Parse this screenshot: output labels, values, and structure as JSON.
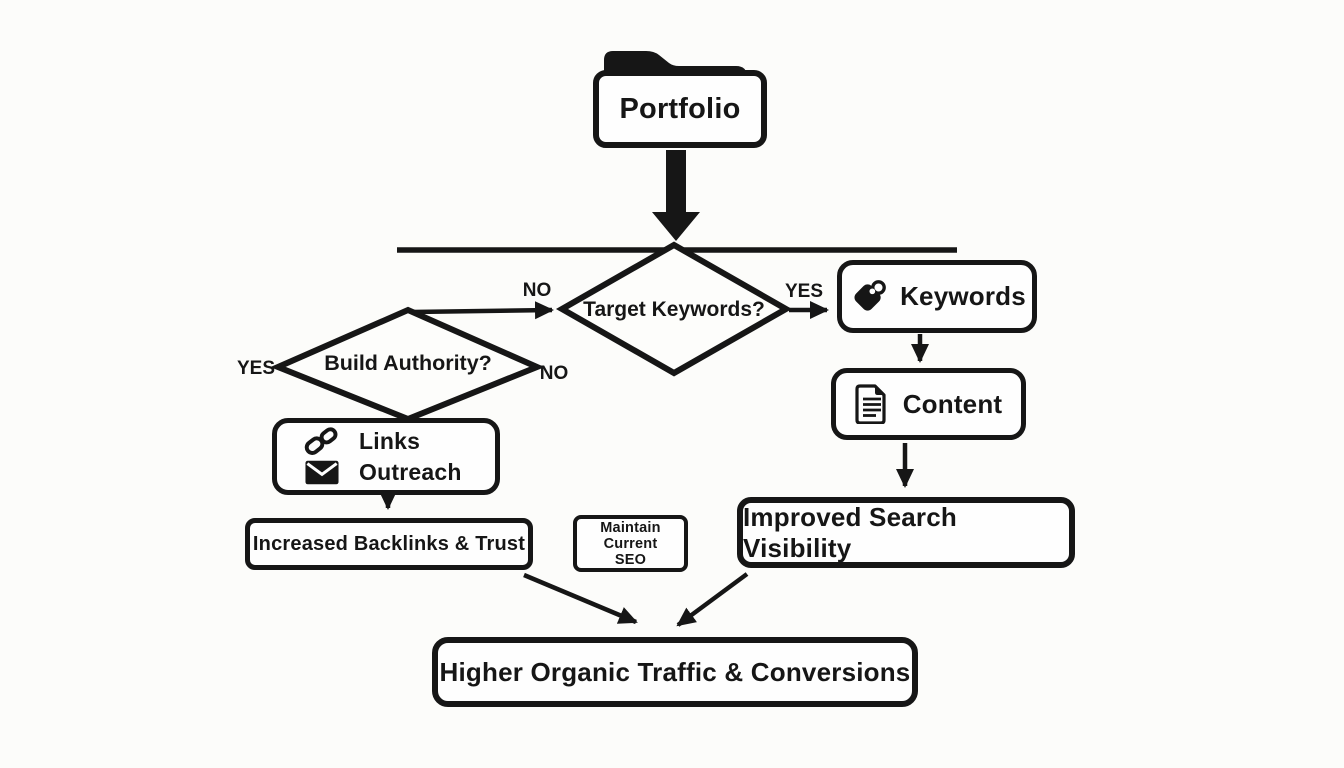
{
  "background": "#fcfcfa",
  "ink": "#161616",
  "flowchart": {
    "nodes": {
      "portfolio": {
        "label": "Portfolio",
        "icon": "folder-icon"
      },
      "target_keywords": {
        "label": "Target Keywords?"
      },
      "build_authority": {
        "label": "Build Authority?"
      },
      "keywords": {
        "label": "Keywords",
        "icon": "tag-icon"
      },
      "content": {
        "label": "Content",
        "icon": "document-icon"
      },
      "links_outreach": {
        "rows": [
          {
            "icon": "chain-link-icon",
            "label": "Links"
          },
          {
            "icon": "envelope-icon",
            "label": "Outreach"
          }
        ]
      },
      "improved_search": {
        "label": "Improved Search Visibility"
      },
      "increased_backlinks": {
        "label": "Increased Backlinks & Trust"
      },
      "maintain_seo": {
        "lines": [
          "Maintain",
          "Current",
          "SEO"
        ]
      },
      "higher_traffic": {
        "label": "Higher Organic Traffic & Conversions"
      }
    },
    "edge_labels": {
      "no_into_target_keywords": "NO",
      "yes_to_keywords": "YES",
      "authority_yes": "YES",
      "authority_no": "NO"
    }
  }
}
